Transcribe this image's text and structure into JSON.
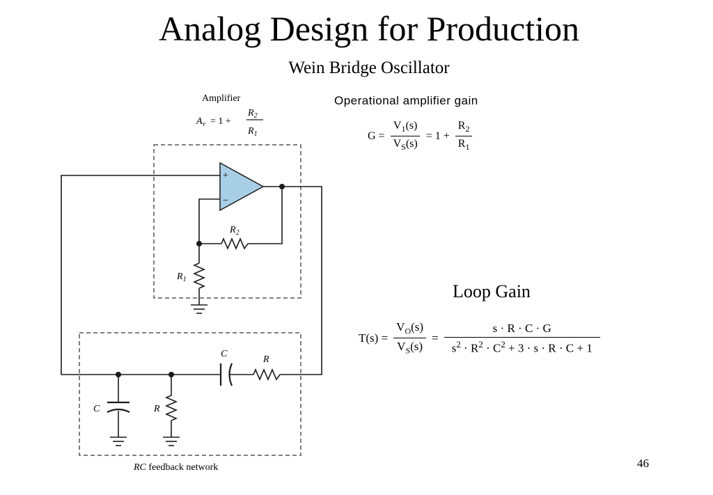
{
  "slide": {
    "title": "Analog Design for Production",
    "subtitle": "Wein Bridge Oscillator",
    "page_number": "46"
  },
  "diagram": {
    "amplifier_caption": "Amplifier",
    "amp_gain_lhs": "A",
    "amp_gain_lhs_sub": "v",
    "amp_gain_mid": "= 1 +",
    "amp_gain_num": "R",
    "amp_gain_num_sub": "2",
    "amp_gain_den": "R",
    "amp_gain_den_sub": "1",
    "opamp_plus": "+",
    "opamp_minus": "−",
    "r2_label": "R",
    "r2_sub": "2",
    "r1_label": "R",
    "r1_sub": "1",
    "c_series_label": "C",
    "r_series_label": "R",
    "c_shunt_label": "C",
    "r_shunt_label": "R",
    "network_caption_italic": "RC",
    "network_caption_rest": " feedback network"
  },
  "gain": {
    "label": "Operational amplifier gain",
    "lhs": "G =",
    "num": "V",
    "num_sub": "1",
    "num_tail": "(s)",
    "den": "V",
    "den_sub": "S",
    "den_tail": "(s)",
    "mid": "= 1 +",
    "rnum": "R",
    "rnum_sub": "2",
    "rden": "R",
    "rden_sub": "1"
  },
  "loop": {
    "label": "Loop Gain",
    "lhs": "T(s) =",
    "num": "V",
    "num_sub": "O",
    "num_tail": "(s)",
    "den": "V",
    "den_sub": "S",
    "den_tail": "(s)",
    "eq": "=",
    "rhs_num": "s · R · C · G",
    "rhs_den_s": "s",
    "rhs_den_s_exp": "2",
    "rhs_den_r": " · R",
    "rhs_den_r_exp": "2",
    "rhs_den_c": " · C",
    "rhs_den_c_exp": "2",
    "rhs_den_tail": " + 3 · s · R · C + 1"
  },
  "colors": {
    "opamp_fill": "#a9cfe6",
    "line": "#1a1a1a",
    "dash": "#555555"
  }
}
